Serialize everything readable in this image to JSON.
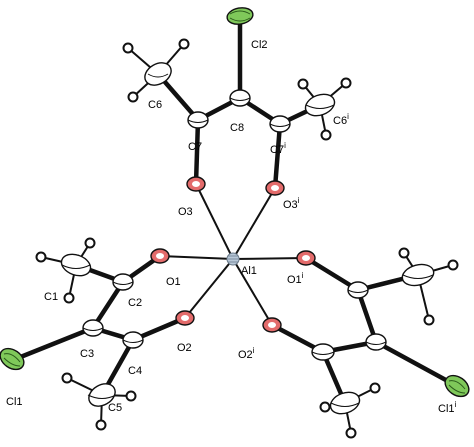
{
  "figure": {
    "labels": {
      "Cl2": "Cl2",
      "C6": "C6",
      "C8": "C8",
      "C7": "C7",
      "C6i": "C6",
      "C7i": "C7",
      "O3": "O3",
      "O3i": "O3",
      "C1": "C1",
      "C2": "C2",
      "O1": "O1",
      "Al1": "Al1",
      "O1i": "O1",
      "C3": "C3",
      "C4": "C4",
      "O2": "O2",
      "O2i": "O2",
      "Cl1": "Cl1",
      "C5": "C5",
      "Cl1i": "Cl1"
    },
    "symmetry_superscript": "i"
  },
  "colors": {
    "carbon": "#ffffff",
    "oxygen": "#e36b6b",
    "chlorine": "#7fc85a",
    "aluminium": "#b8c8d8",
    "bond": "#111111"
  }
}
